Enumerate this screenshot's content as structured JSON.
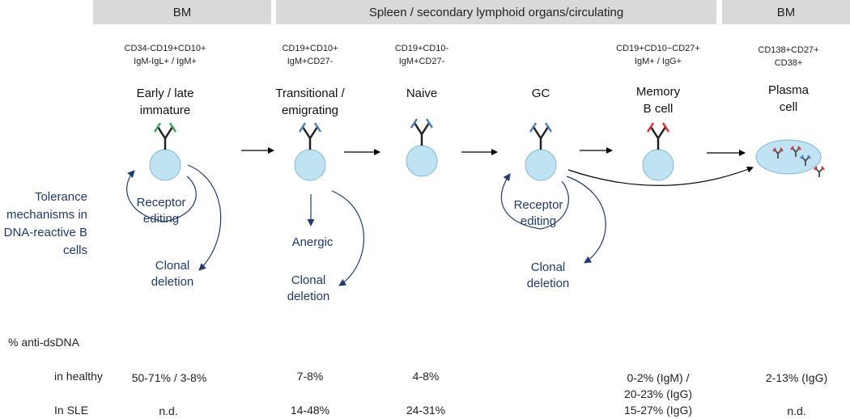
{
  "headers": {
    "bm_left": "BM",
    "spleen": "Spleen / secondary lymphoid organs/circulating",
    "bm_right": "BM"
  },
  "markers": {
    "early": [
      "CD34-CD19+CD10+",
      "IgM-IgL+ / IgM+"
    ],
    "transitional": [
      "CD19+CD10+",
      "IgM+CD27-"
    ],
    "naive": [
      "CD19+CD10-",
      "IgM+CD27-"
    ],
    "memory": [
      "CD19+CD10−CD27+",
      "IgM+ / IgG+"
    ],
    "plasma": [
      "CD138+CD27+",
      "CD38+"
    ]
  },
  "stages": {
    "early": [
      "Early / late",
      "immature"
    ],
    "transitional": [
      "Transitional /",
      "emigrating"
    ],
    "naive": "Naive",
    "gc": "GC",
    "memory": [
      "Memory",
      "B cell"
    ],
    "plasma": [
      "Plasma",
      "cell"
    ]
  },
  "tolerance_label": "Tolerance mechanisms in DNA-reactive B cells",
  "mechanisms": {
    "early_editing": [
      "Receptor",
      "editing"
    ],
    "early_deletion": [
      "Clonal",
      "deletion"
    ],
    "transitional_anergic": "Anergic",
    "transitional_deletion": [
      "Clonal",
      "deletion"
    ],
    "gc_editing": [
      "Receptor",
      "editing"
    ],
    "gc_deletion": [
      "Clonal",
      "deletion"
    ]
  },
  "rows": {
    "label_anti": "% anti-dsDNA",
    "label_healthy": "in healthy",
    "label_sle": "In SLE",
    "healthy": {
      "early": "50-71% / 3-8%",
      "transitional": "7-8%",
      "naive": "4-8%",
      "memory": [
        "0-2% (IgM) /",
        "20-23% (IgG)"
      ],
      "plasma": "2-13% (IgG)"
    },
    "sle": {
      "early": "n.d.",
      "transitional": "14-48%",
      "naive": "24-31%",
      "memory": "15-27% (IgG)",
      "plasma": "n.d."
    }
  },
  "colors": {
    "header_bg": "#d9d9d9",
    "cell_fill": "#bfe3f2",
    "cell_stroke": "#7fb8d2",
    "arrow_blue": "#1f3a6e",
    "light_chain_green": "#3aa657",
    "light_chain_blue": "#4a7fc0",
    "light_chain_red": "#e03030"
  }
}
